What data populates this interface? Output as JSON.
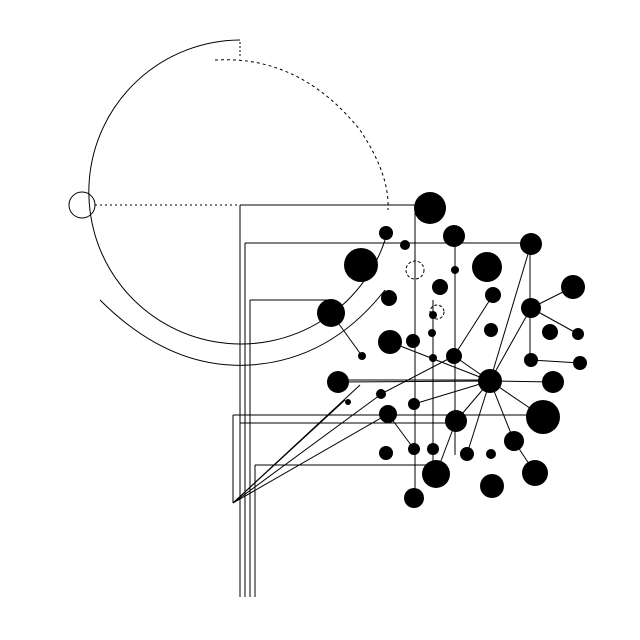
{
  "artwork": {
    "kind": "abstract geometric composition",
    "colors": {
      "background": "#ffffff",
      "ink": "#000000"
    },
    "dots": [
      [
        430,
        208,
        16
      ],
      [
        386,
        233,
        7
      ],
      [
        405,
        245,
        5
      ],
      [
        454,
        236,
        11
      ],
      [
        531,
        244,
        11
      ],
      [
        361,
        265,
        17
      ],
      [
        487,
        267,
        15
      ],
      [
        455,
        270,
        4
      ],
      [
        389,
        298,
        8
      ],
      [
        440,
        287,
        8
      ],
      [
        493,
        295,
        8
      ],
      [
        573,
        287,
        12
      ],
      [
        331,
        313,
        14
      ],
      [
        531,
        308,
        10
      ],
      [
        433,
        315,
        4
      ],
      [
        491,
        330,
        7
      ],
      [
        550,
        332,
        8
      ],
      [
        578,
        334,
        6
      ],
      [
        390,
        342,
        12
      ],
      [
        413,
        341,
        7
      ],
      [
        432,
        333,
        4
      ],
      [
        454,
        356,
        8
      ],
      [
        362,
        356,
        4
      ],
      [
        433,
        358,
        4
      ],
      [
        531,
        360,
        7
      ],
      [
        580,
        363,
        7
      ],
      [
        338,
        382,
        11
      ],
      [
        490,
        381,
        12
      ],
      [
        553,
        382,
        11
      ],
      [
        381,
        394,
        5
      ],
      [
        414,
        404,
        6
      ],
      [
        348,
        402,
        3
      ],
      [
        388,
        414,
        9
      ],
      [
        456,
        421,
        11
      ],
      [
        543,
        417,
        17
      ],
      [
        514,
        441,
        10
      ],
      [
        386,
        453,
        7
      ],
      [
        414,
        449,
        6
      ],
      [
        433,
        449,
        6
      ],
      [
        467,
        454,
        7
      ],
      [
        491,
        454,
        5
      ],
      [
        436,
        474,
        14
      ],
      [
        535,
        473,
        13
      ],
      [
        492,
        486,
        12
      ],
      [
        414,
        498,
        10
      ]
    ],
    "links": [
      [
        390,
        342,
        490,
        381
      ],
      [
        338,
        382,
        490,
        381
      ],
      [
        490,
        381,
        553,
        382
      ],
      [
        490,
        381,
        543,
        417
      ],
      [
        490,
        381,
        531,
        308
      ],
      [
        490,
        381,
        456,
        421
      ],
      [
        490,
        381,
        514,
        441
      ],
      [
        454,
        356,
        490,
        381
      ],
      [
        531,
        308,
        573,
        287
      ],
      [
        531,
        308,
        578,
        334
      ],
      [
        493,
        295,
        454,
        356
      ],
      [
        388,
        414,
        414,
        449
      ],
      [
        381,
        394,
        454,
        356
      ],
      [
        362,
        356,
        331,
        313
      ],
      [
        490,
        381,
        531,
        244
      ],
      [
        414,
        404,
        490,
        381
      ],
      [
        456,
        421,
        436,
        474
      ],
      [
        514,
        441,
        535,
        473
      ],
      [
        467,
        454,
        490,
        381
      ],
      [
        531,
        360,
        580,
        363
      ]
    ]
  }
}
